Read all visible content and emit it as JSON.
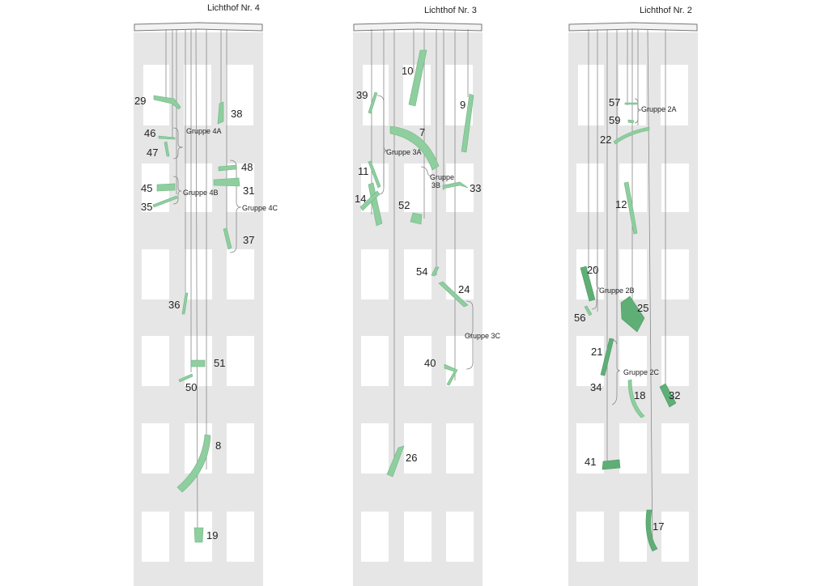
{
  "towers": [
    {
      "title": "Lichthof Nr. 4",
      "labels": [
        "29",
        "38",
        "46",
        "47",
        "48",
        "45",
        "35",
        "31",
        "37",
        "36",
        "51",
        "50",
        "8",
        "19"
      ],
      "groups": [
        "Gruppe 4A",
        "Gruppe 4B",
        "Gruppe 4C"
      ]
    },
    {
      "title": "Lichthof Nr. 3",
      "labels": [
        "10",
        "39",
        "9",
        "7",
        "11",
        "14",
        "52",
        "33",
        "54",
        "24",
        "40",
        "26"
      ],
      "groups": [
        "Gruppe 3A",
        "Gruppe",
        "3B",
        "Gruppe 3C"
      ]
    },
    {
      "title": "Lichthof Nr. 2",
      "labels": [
        "57",
        "59",
        "22",
        "12",
        "20",
        "56",
        "25",
        "21",
        "34",
        "18",
        "32",
        "41",
        "17"
      ],
      "groups": [
        "Gruppe 2A",
        "Gruppe 2B",
        "Gruppe 2C"
      ]
    }
  ],
  "colors": {
    "wall": "#e6e6e6",
    "window": "#ffffff",
    "piece": "#8fce9f",
    "piece_dark": "#5fae76"
  }
}
